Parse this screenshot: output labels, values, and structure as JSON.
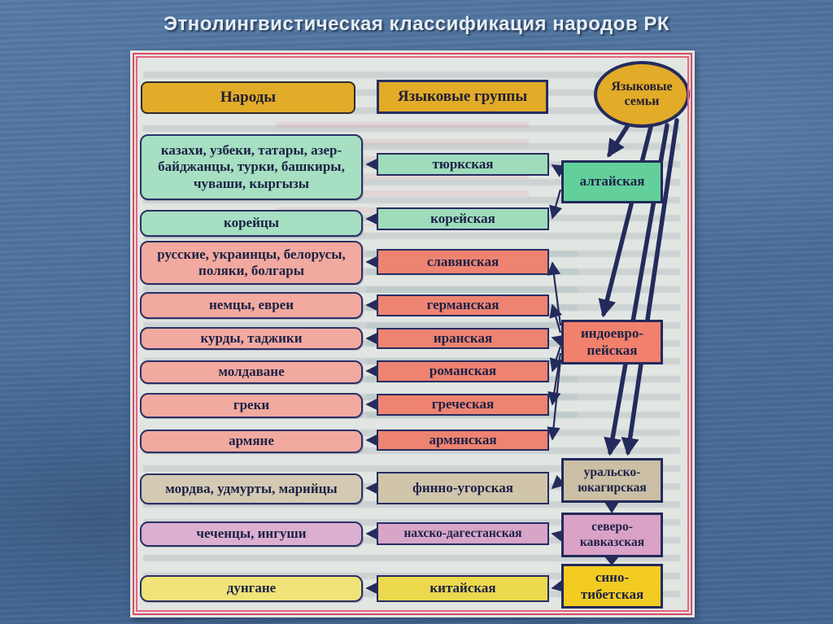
{
  "slide": {
    "title": "Этнолингвистическая классификация  народов РК"
  },
  "diagram": {
    "headers": {
      "peoples": "Народы",
      "groups": "Языковые группы",
      "families": "Языковые семьи"
    },
    "rows": [
      {
        "peoples": "казахи, узбеки, татары, азер-байджанцы, турки, башкиры, чуваши, кыргызы",
        "group": "тюркская"
      },
      {
        "peoples": "корейцы",
        "group": "корейская"
      },
      {
        "peoples": "русские, украинцы, белорусы, поляки, болгары",
        "group": "славянская"
      },
      {
        "peoples": "немцы, евреи",
        "group": "германская"
      },
      {
        "peoples": "курды, таджики",
        "group": "иранская"
      },
      {
        "peoples": "молдаване",
        "group": "романская"
      },
      {
        "peoples": "греки",
        "group": "греческая"
      },
      {
        "peoples": "армяне",
        "group": "армянская"
      },
      {
        "peoples": "мордва, удмурты, марийцы",
        "group": "финно-угорская"
      },
      {
        "peoples": "чеченцы, ингуши",
        "group": "нахско-дагестанская"
      },
      {
        "peoples": "дунгане",
        "group": "китайская"
      }
    ],
    "families": [
      {
        "name": "алтайская",
        "color": "#63d09c"
      },
      {
        "name": "индоевро-пейская",
        "color": "#f1806c"
      },
      {
        "name": "уральско-юкагирская",
        "color": "#cbbfa5"
      },
      {
        "name": "северо-кавказская",
        "color": "#d9a2c6"
      },
      {
        "name": "сино-тибетская",
        "color": "#f3cc21"
      }
    ],
    "palette": {
      "header_gold": "#e2ab28",
      "teal_peoples": "#a6dfc1",
      "teal_groups": "#9edcbb",
      "salmon_peoples": "#f2a99f",
      "salmon_groups": "#ee8371",
      "beige_peoples": "#d4cab3",
      "beige_groups": "#d0c5ab",
      "mauve_peoples": "#dcafd0",
      "mauve_groups": "#d7a5c8",
      "yellow_peoples": "#f0e478",
      "yellow_groups": "#ecd94d",
      "connector_navy": "#242b5c",
      "frame_red": "#d94c66",
      "paper": "#e2e6e2",
      "slide_background": "#4b709c"
    }
  }
}
